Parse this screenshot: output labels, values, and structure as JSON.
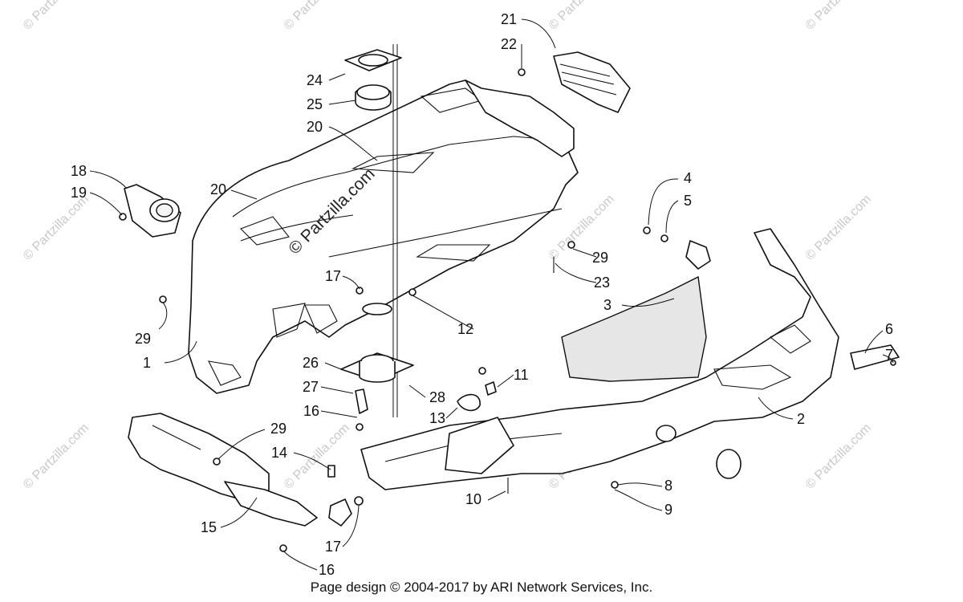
{
  "watermark": {
    "text": "© Partzilla.com",
    "center_text": "© Partzilla.com"
  },
  "callouts": [
    {
      "id": "c1",
      "label": "1"
    },
    {
      "id": "c2",
      "label": "2"
    },
    {
      "id": "c3",
      "label": "3"
    },
    {
      "id": "c4",
      "label": "4"
    },
    {
      "id": "c5",
      "label": "5"
    },
    {
      "id": "c6",
      "label": "6"
    },
    {
      "id": "c7",
      "label": "7"
    },
    {
      "id": "c8",
      "label": "8"
    },
    {
      "id": "c9",
      "label": "9"
    },
    {
      "id": "c10",
      "label": "10"
    },
    {
      "id": "c11",
      "label": "11"
    },
    {
      "id": "c12",
      "label": "12"
    },
    {
      "id": "c13",
      "label": "13"
    },
    {
      "id": "c14",
      "label": "14"
    },
    {
      "id": "c15",
      "label": "15"
    },
    {
      "id": "c16a",
      "label": "16"
    },
    {
      "id": "c16b",
      "label": "16"
    },
    {
      "id": "c17a",
      "label": "17"
    },
    {
      "id": "c17b",
      "label": "17"
    },
    {
      "id": "c18",
      "label": "18"
    },
    {
      "id": "c19",
      "label": "19"
    },
    {
      "id": "c20a",
      "label": "20"
    },
    {
      "id": "c20b",
      "label": "20"
    },
    {
      "id": "c21",
      "label": "21"
    },
    {
      "id": "c22",
      "label": "22"
    },
    {
      "id": "c23",
      "label": "23"
    },
    {
      "id": "c24",
      "label": "24"
    },
    {
      "id": "c25",
      "label": "25"
    },
    {
      "id": "c26",
      "label": "26"
    },
    {
      "id": "c27",
      "label": "27"
    },
    {
      "id": "c28",
      "label": "28"
    },
    {
      "id": "c29a",
      "label": "29"
    },
    {
      "id": "c29b",
      "label": "29"
    },
    {
      "id": "c29c",
      "label": "29"
    }
  ],
  "footer": {
    "text": "Page design © 2004-2017 by ARI Network Services, Inc."
  }
}
